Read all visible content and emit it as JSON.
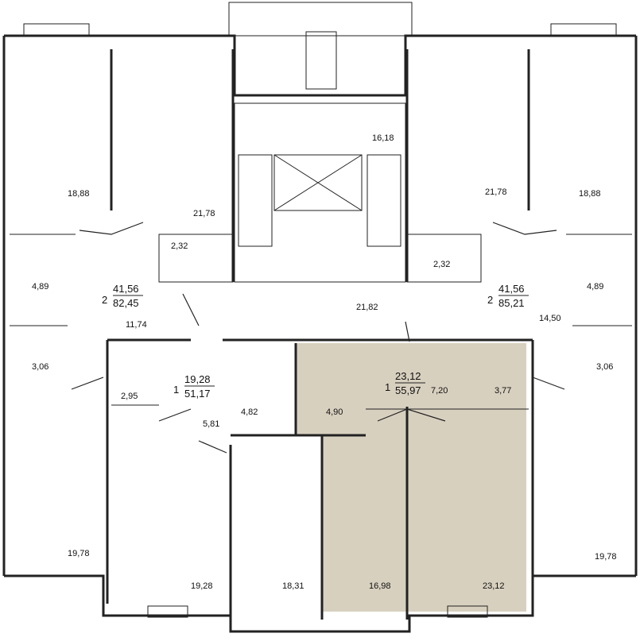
{
  "colors": {
    "highlight": "#d8d0bf",
    "wall": "#222222"
  },
  "apartments": [
    {
      "id": "apt-left-top",
      "rooms": "2",
      "living": "41,56",
      "total": "82,45"
    },
    {
      "id": "apt-right-top",
      "rooms": "2",
      "living": "41,56",
      "total": "85,21"
    },
    {
      "id": "apt-center-left",
      "rooms": "1",
      "living": "19,28",
      "total": "51,17"
    },
    {
      "id": "apt-center-right",
      "rooms": "1",
      "living": "23,12",
      "total": "55,97"
    }
  ],
  "areas": {
    "left_bedroom": "18,88",
    "left_living": "21,78",
    "left_wc": "2,32",
    "left_bath": "4,89",
    "left_hall": "11,74",
    "left_balcony": "3,06",
    "left_bottom_room": "19,78",
    "stair": "16,18",
    "corridor": "21,82",
    "right_living": "21,78",
    "right_bedroom": "18,88",
    "right_wc": "2,32",
    "right_bath": "4,89",
    "right_hall": "14,50",
    "right_balcony": "3,06",
    "right_bottom_room": "19,78",
    "c1_store": "2,95",
    "c1_hall": "5,81",
    "c1_bath": "4,82",
    "c1_room": "19,28",
    "c1_kitchen": "18,31",
    "c2_bath": "4,90",
    "c2_hall": "7,20",
    "c2_store": "3,77",
    "c2_kitchen": "16,98",
    "c2_room": "23,12"
  }
}
